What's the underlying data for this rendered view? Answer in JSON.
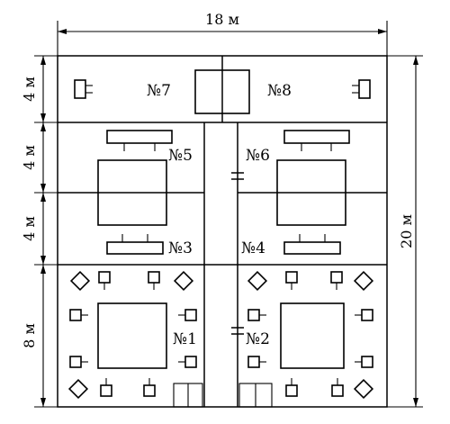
{
  "dimensions": {
    "width": "18 м",
    "height_total": "20 м",
    "row_top": "4 м",
    "row_upper_mid": "4 м",
    "row_lower_mid": "4 м",
    "row_bottom": "8 м"
  },
  "rooms": {
    "r1": "№1",
    "r2": "№2",
    "r3": "№3",
    "r4": "№4",
    "r5": "№5",
    "r6": "№6",
    "r7": "№7",
    "r8": "№8"
  }
}
